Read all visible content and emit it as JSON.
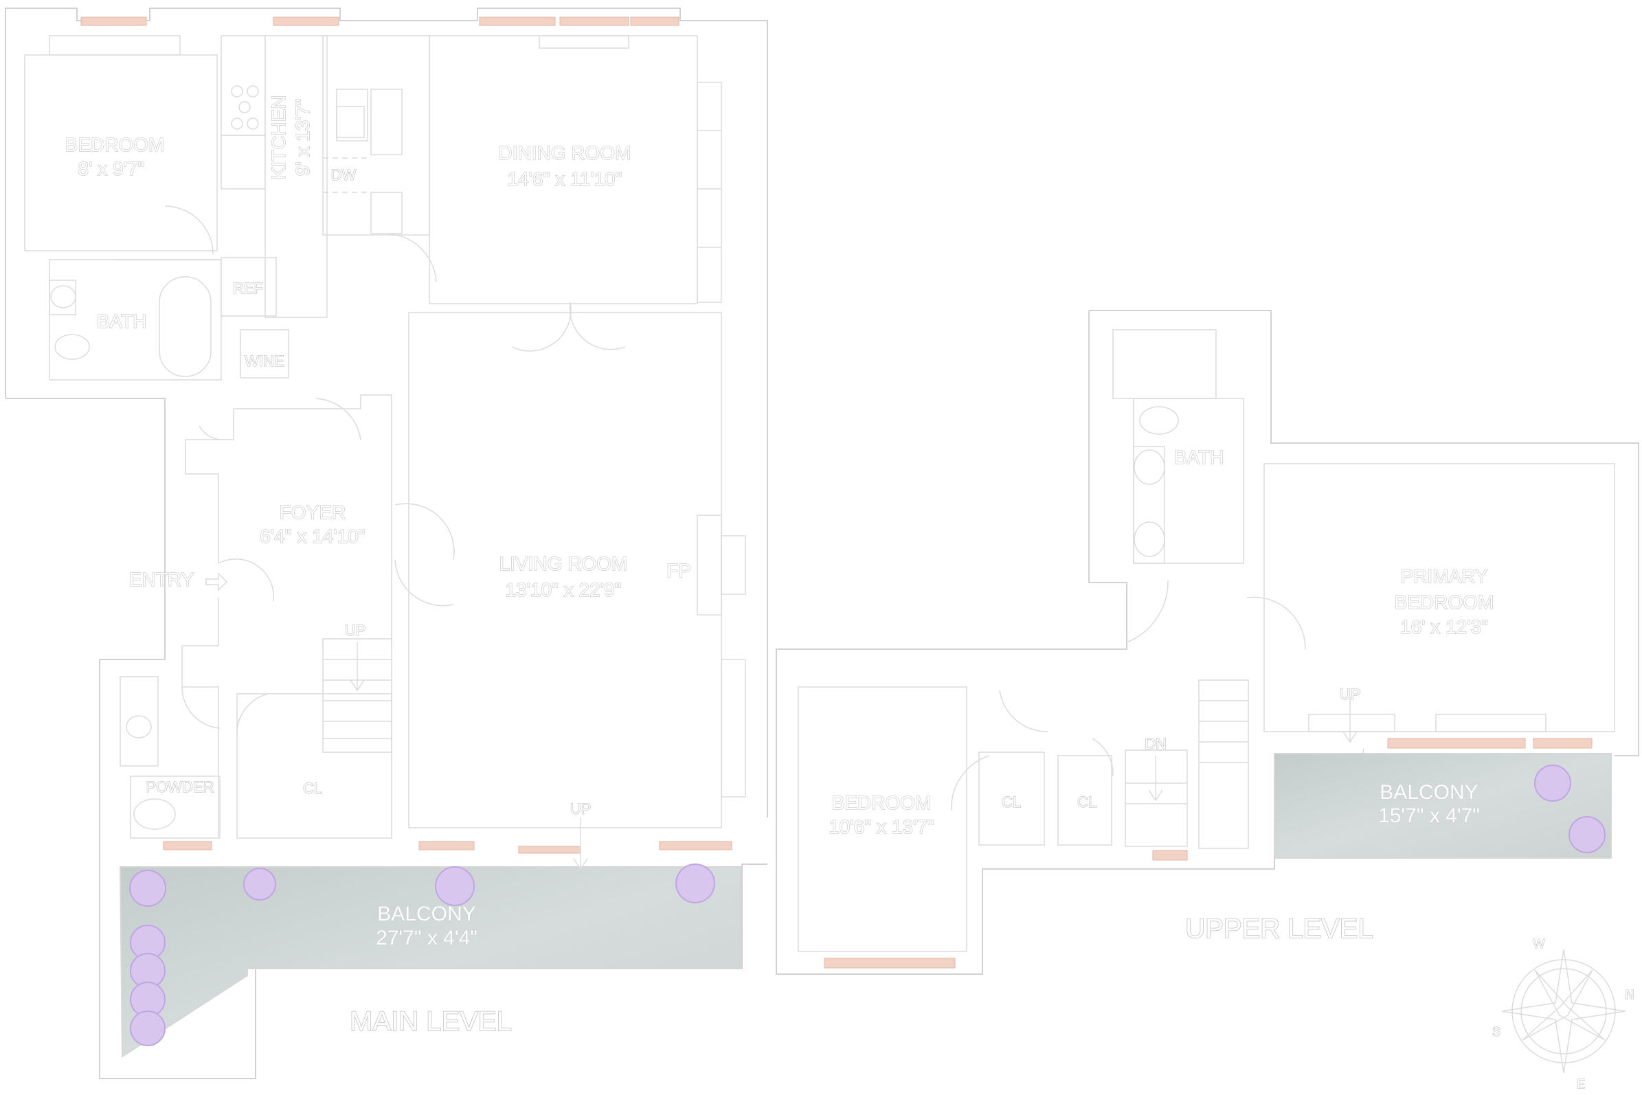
{
  "rooms": {
    "bedroom1": {
      "name": "BEDROOM",
      "dim": "8' x 9'7\""
    },
    "kitchen": {
      "name": "KITCHEN",
      "dim": "9' x 13'7\""
    },
    "dining": {
      "name": "DINING ROOM",
      "dim": "14'6\" x 11'10\""
    },
    "bath1": {
      "name": "BATH"
    },
    "ref": {
      "name": "REF"
    },
    "dw": {
      "name": "DW"
    },
    "wine": {
      "name": "WINE"
    },
    "foyer": {
      "name": "FOYER",
      "dim": "6'4\" x 14'10\""
    },
    "entry": {
      "name": "ENTRY"
    },
    "living": {
      "name": "LIVING ROOM",
      "dim": "13'10\" x 22'9\""
    },
    "fp": {
      "name": "FP"
    },
    "up_main": {
      "name": "UP"
    },
    "up_living": {
      "name": "UP"
    },
    "closet_main": {
      "name": "CL"
    },
    "powder": {
      "name": "POWDER"
    },
    "balcony_main": {
      "name": "BALCONY",
      "dim": "27'7\" x 4'4\""
    },
    "bath2": {
      "name": "BATH"
    },
    "primary": {
      "name_line1": "PRIMARY",
      "name_line2": "BEDROOM",
      "dim": "16' x 12'3\""
    },
    "up_upper": {
      "name": "UP"
    },
    "balcony_upper": {
      "name": "BALCONY",
      "dim": "15'7\" x 4'7\""
    },
    "bedroom2": {
      "name": "BEDROOM",
      "dim": "10'6\" x 13'7\""
    },
    "closet_a": {
      "name": "CL"
    },
    "closet_b": {
      "name": "CL"
    },
    "dn": {
      "name": "DN"
    }
  },
  "levels": {
    "main": "MAIN LEVEL",
    "upper": "UPPER LEVEL"
  },
  "compass": {
    "n": "N",
    "s": "S",
    "e": "E",
    "w": "W"
  },
  "colors": {
    "window": "#f3d2c6",
    "balcony": "#cdd4d4",
    "plant": "#d8c6ef",
    "walls": "#d2d2d2"
  }
}
